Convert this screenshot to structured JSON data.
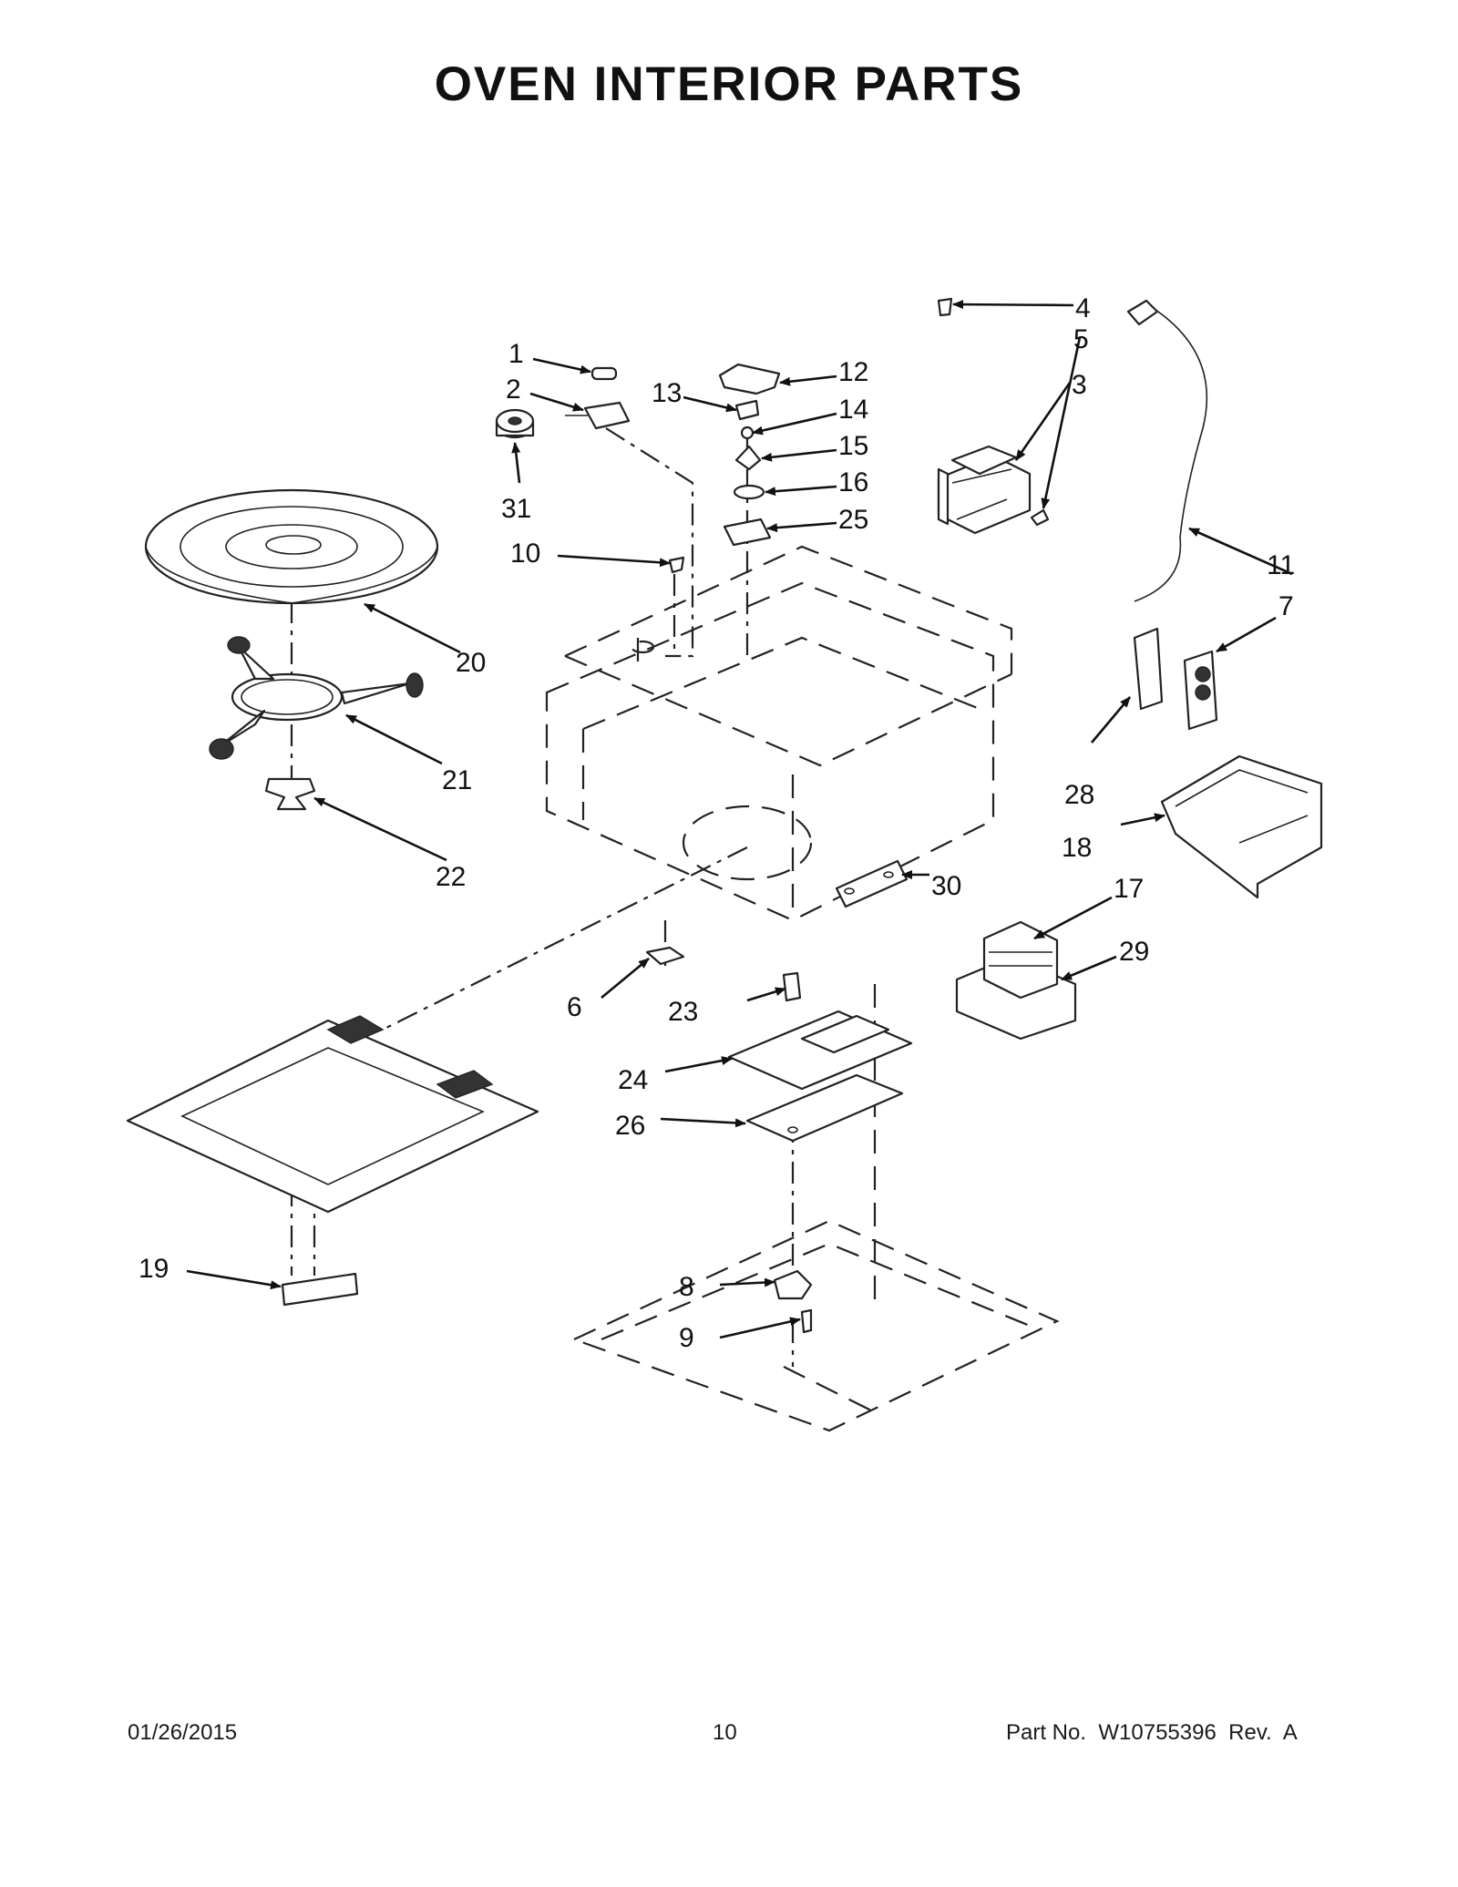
{
  "title": "OVEN INTERIOR PARTS",
  "footer": {
    "date": "01/26/2015",
    "page_number": "10",
    "part_number": "Part No.  W10755396  Rev.  A"
  },
  "callouts": [
    "1",
    "2",
    "3",
    "4",
    "5",
    "6",
    "7",
    "8",
    "9",
    "10",
    "11",
    "12",
    "13",
    "14",
    "15",
    "16",
    "17",
    "18",
    "19",
    "20",
    "21",
    "22",
    "23",
    "24",
    "25",
    "26",
    "28",
    "29",
    "30",
    "31"
  ]
}
